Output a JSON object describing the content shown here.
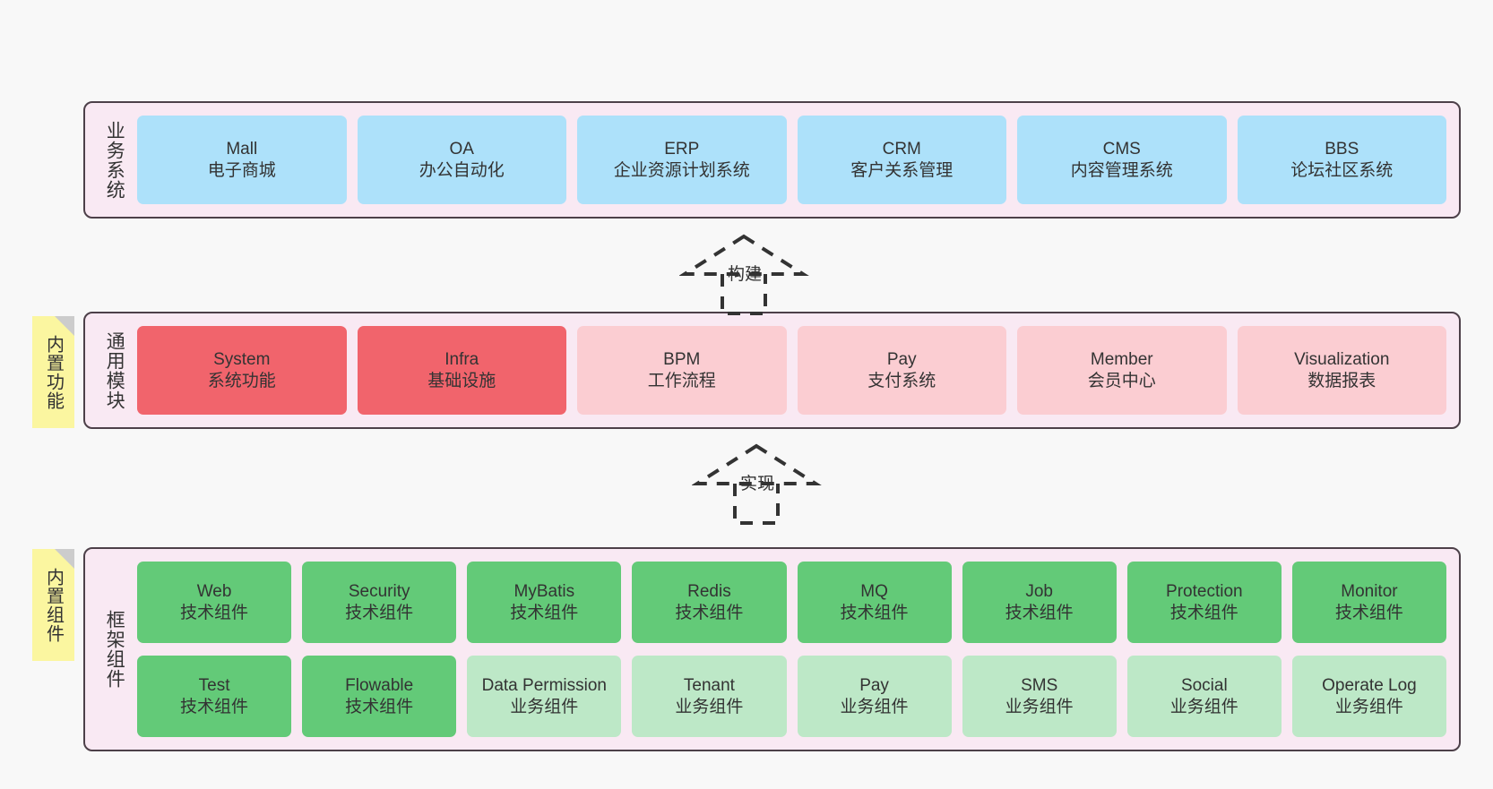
{
  "diagram": {
    "title_hidden": "",
    "background_color": "#f8f8f8",
    "layer_fill": "#f9e9f3",
    "layer_border": "#4d4049"
  },
  "layers": [
    {
      "id": "business-systems",
      "label": "业务系统",
      "accent": "#ade1fa",
      "items": [
        {
          "en": "Mall",
          "cn": "电子商城",
          "color": "#ade1fa"
        },
        {
          "en": "OA",
          "cn": "办公自动化",
          "color": "#ade1fa"
        },
        {
          "en": "ERP",
          "cn": "企业资源计划系统",
          "color": "#ade1fa"
        },
        {
          "en": "CRM",
          "cn": "客户关系管理",
          "color": "#ade1fa"
        },
        {
          "en": "CMS",
          "cn": "内容管理系统",
          "color": "#ade1fa"
        },
        {
          "en": "BBS",
          "cn": "论坛社区系统",
          "color": "#ade1fa"
        }
      ]
    },
    {
      "id": "common-modules",
      "label": "通用模块",
      "note": "内置功能",
      "items": [
        {
          "en": "System",
          "cn": "系统功能",
          "color": "#f1646c"
        },
        {
          "en": "Infra",
          "cn": "基础设施",
          "color": "#f1646c"
        },
        {
          "en": "BPM",
          "cn": "工作流程",
          "color": "#fbcdd2"
        },
        {
          "en": "Pay",
          "cn": "支付系统",
          "color": "#fbcdd2"
        },
        {
          "en": "Member",
          "cn": "会员中心",
          "color": "#fbcdd2"
        },
        {
          "en": "Visualization",
          "cn": "数据报表",
          "color": "#fbcdd2"
        }
      ]
    },
    {
      "id": "framework-components",
      "label": "框架组件",
      "note": "内置组件",
      "rows": [
        [
          {
            "en": "Web",
            "cn": "技术组件",
            "color": "#63ca78"
          },
          {
            "en": "Security",
            "cn": "技术组件",
            "color": "#63ca78"
          },
          {
            "en": "MyBatis",
            "cn": "技术组件",
            "color": "#63ca78"
          },
          {
            "en": "Redis",
            "cn": "技术组件",
            "color": "#63ca78"
          },
          {
            "en": "MQ",
            "cn": "技术组件",
            "color": "#63ca78"
          },
          {
            "en": "Job",
            "cn": "技术组件",
            "color": "#63ca78"
          },
          {
            "en": "Protection",
            "cn": "技术组件",
            "color": "#63ca78"
          },
          {
            "en": "Monitor",
            "cn": "技术组件",
            "color": "#63ca78"
          }
        ],
        [
          {
            "en": "Test",
            "cn": "技术组件",
            "color": "#63ca78"
          },
          {
            "en": "Flowable",
            "cn": "技术组件",
            "color": "#63ca78"
          },
          {
            "en": "Data Permission",
            "cn": "业务组件",
            "color": "#bde8c7"
          },
          {
            "en": "Tenant",
            "cn": "业务组件",
            "color": "#bde8c7"
          },
          {
            "en": "Pay",
            "cn": "业务组件",
            "color": "#bde8c7"
          },
          {
            "en": "SMS",
            "cn": "业务组件",
            "color": "#bde8c7"
          },
          {
            "en": "Social",
            "cn": "业务组件",
            "color": "#bde8c7"
          },
          {
            "en": "Operate Log",
            "cn": "业务组件",
            "color": "#bde8c7"
          }
        ]
      ]
    }
  ],
  "connectors": [
    {
      "id": "build",
      "label": "构建",
      "style": "dashed-generalization"
    },
    {
      "id": "implement",
      "label": "实现",
      "style": "dashed-generalization"
    }
  ]
}
